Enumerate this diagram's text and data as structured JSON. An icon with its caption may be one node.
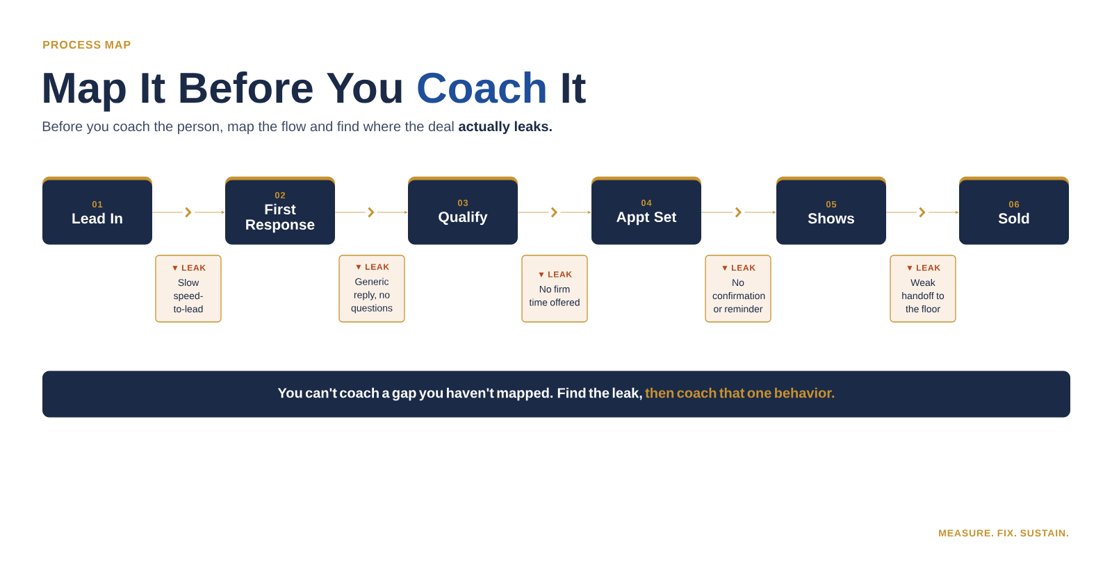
{
  "diagram": {
    "title": "Map It Before You **Coach** It",
    "nodes": [
      {
        "text": [
          "01",
          "Lead In"
        ]
      },
      {
        "text": [
          "02",
          "First Response"
        ]
      },
      {
        "text": [
          "03",
          "Qualify"
        ]
      },
      {
        "text": [
          "04",
          "Appt Set"
        ]
      },
      {
        "text": [
          "05",
          "Shows"
        ]
      },
      {
        "text": [
          "06",
          "Sold"
        ]
      },
      {
        "text": [
          "▼ LEAK",
          "Slow speed-to-lead"
        ]
      },
      {
        "text": [
          "▼ LEAK",
          "Generic reply, no questions"
        ]
      },
      {
        "text": [
          "▼ LEAK",
          "No firm time offered"
        ]
      },
      {
        "text": [
          "▼ LEAK",
          "No confirmation or reminder"
        ]
      },
      {
        "text": [
          "▼ LEAK",
          "Weak handoff to the floor"
        ]
      },
      {
        "text": [
          "You can't coach a gap you haven't mapped. Find the leak, **then coach that one behavior.**"
        ]
      }
    ],
    "edges": [
      {
        "from": 0,
        "to": 1,
        "arrow": "to"
      },
      {
        "from": 1,
        "to": 2,
        "arrow": "to"
      },
      {
        "from": 2,
        "to": 3,
        "arrow": "to"
      },
      {
        "from": 3,
        "to": 4,
        "arrow": "to"
      },
      {
        "from": 4,
        "to": 5,
        "arrow": "to"
      }
    ],
    "labels": [
      "PROCESS MAP",
      "Before you coach the person, map the flow and find where the deal **actually leaks.**",
      "MEASURE. FIX. SUSTAIN."
    ]
  }
}
